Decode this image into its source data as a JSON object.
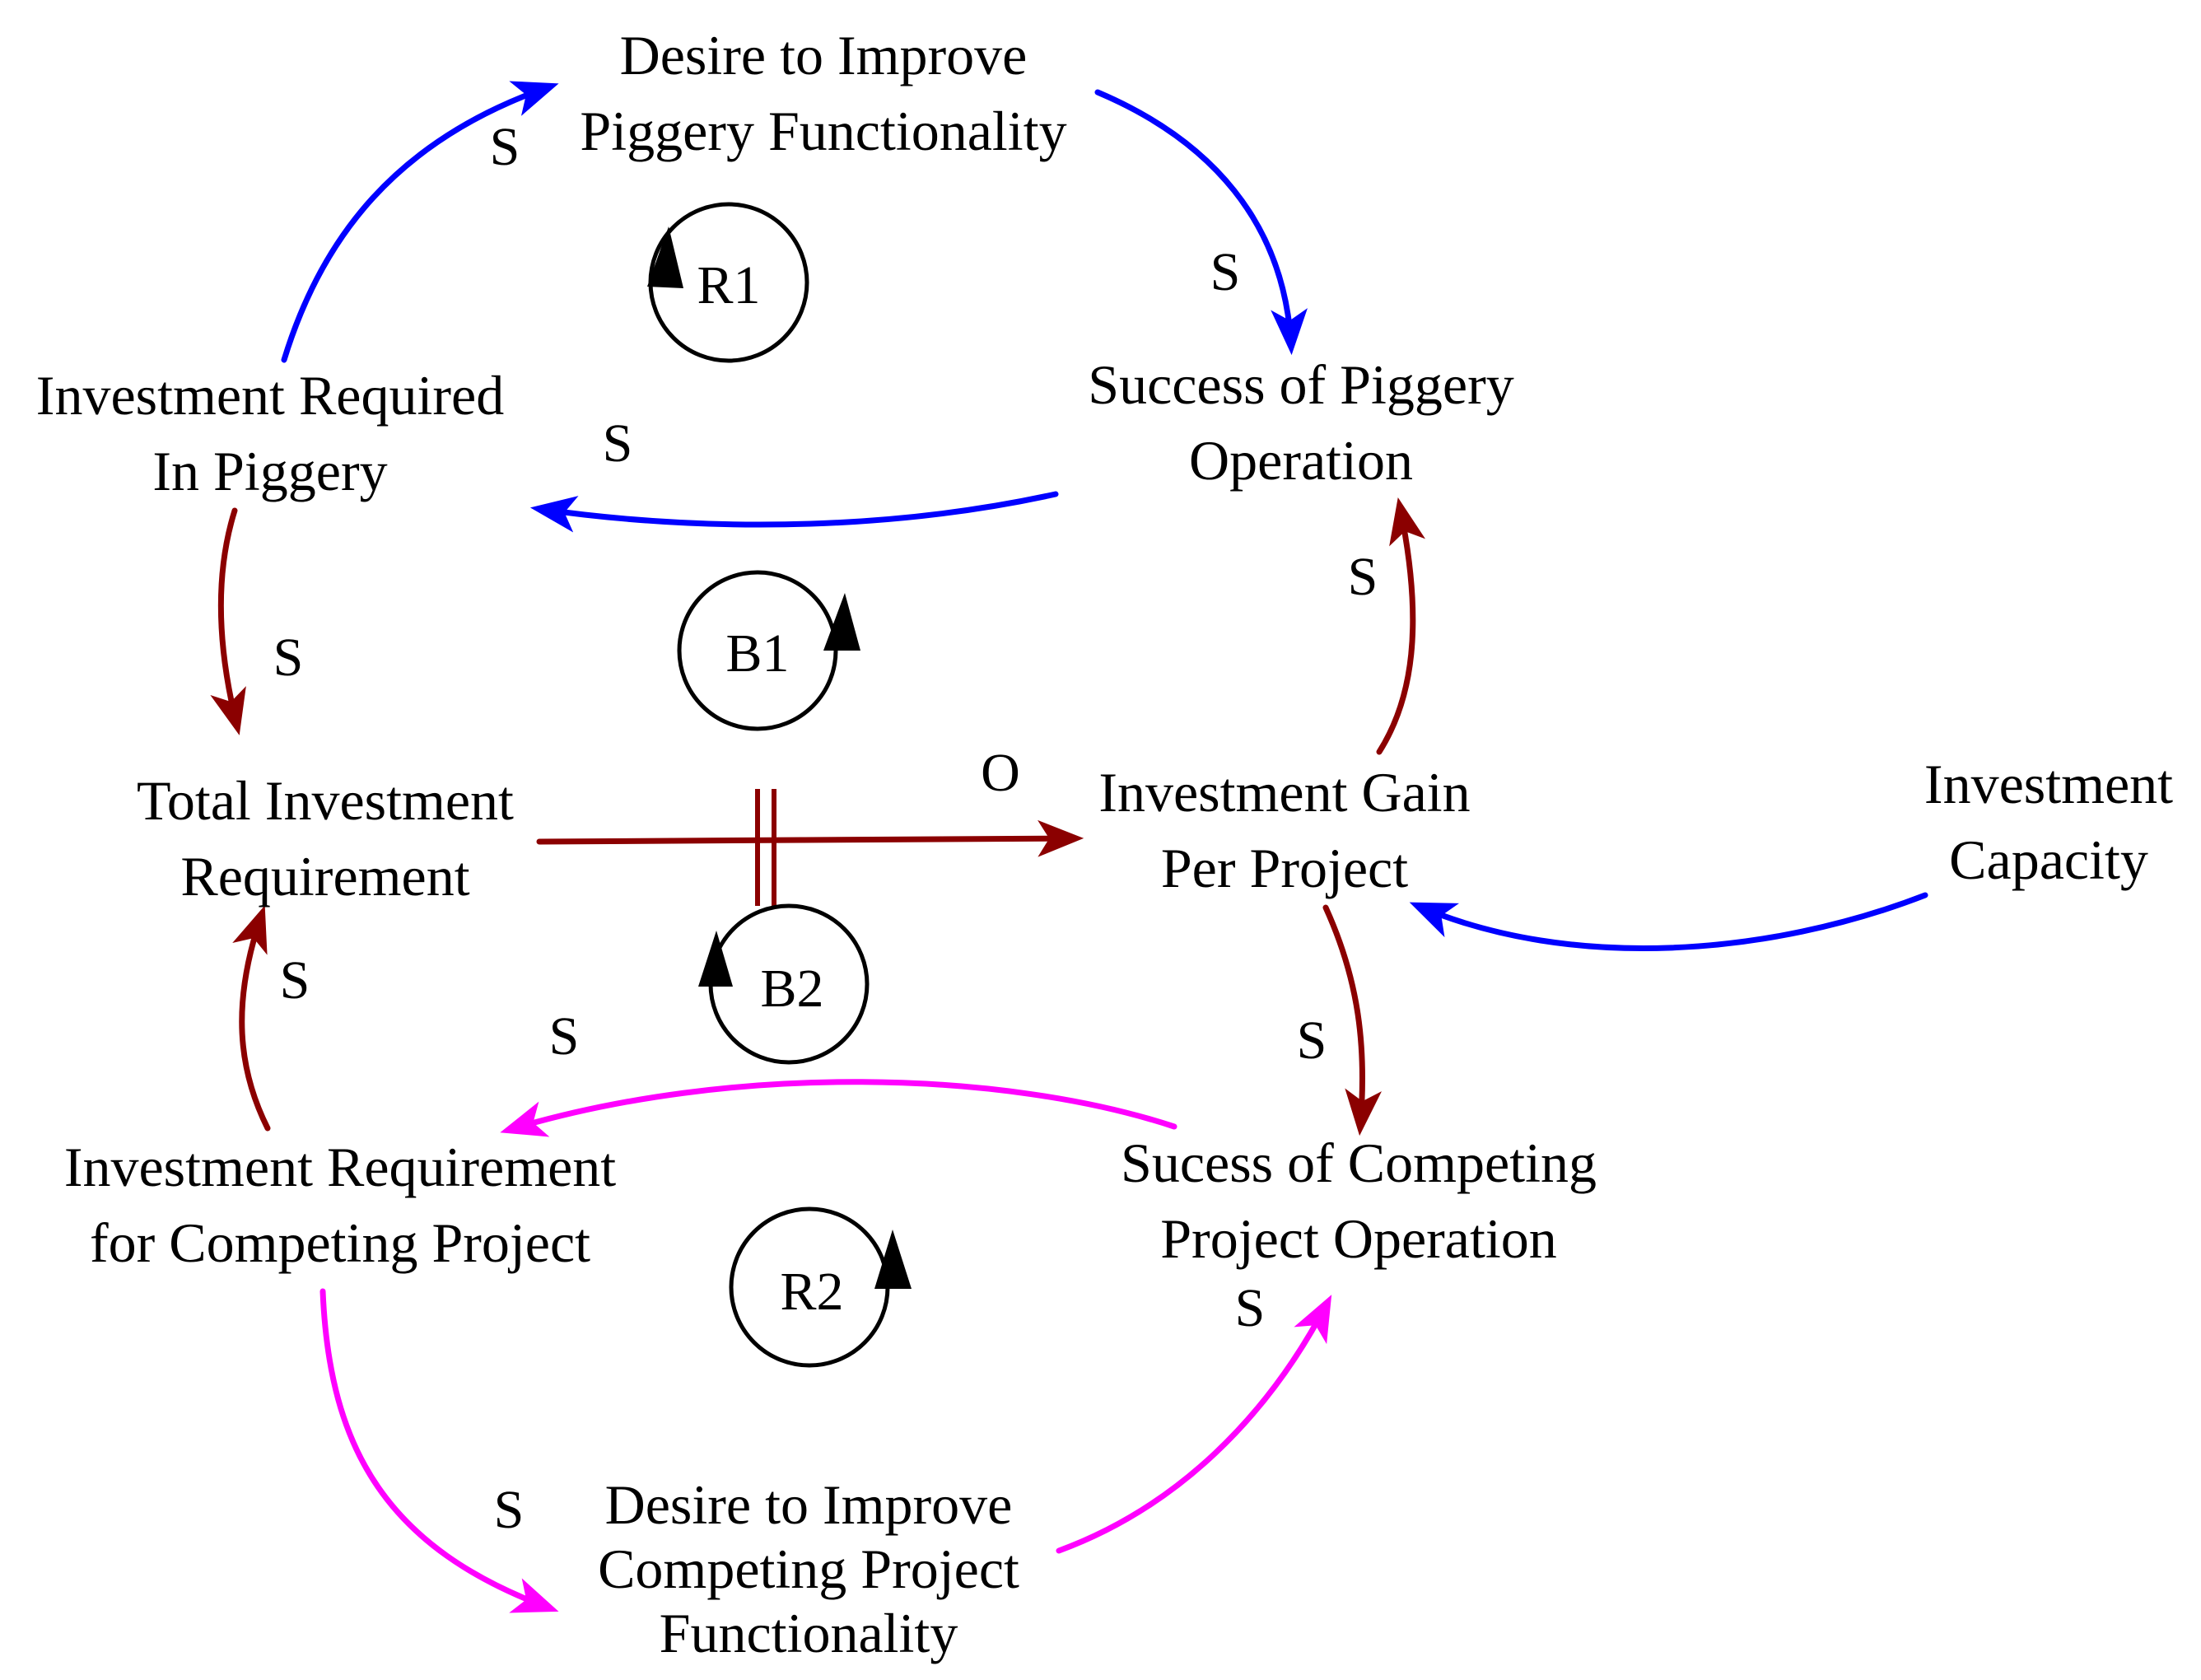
{
  "colors": {
    "blue": "#0000ff",
    "red": "#8b0000",
    "magenta": "#ff00ff",
    "black": "#000000"
  },
  "nodes": {
    "desire_piggery": [
      "Desire to Improve",
      "Piggery Functionality"
    ],
    "success_piggery": [
      "Success of Piggery",
      "Operation"
    ],
    "invest_required_piggery": [
      "Investment Required",
      "In Piggery"
    ],
    "total_investment": [
      "Total Investment",
      "Requirement"
    ],
    "investment_gain": [
      "Investment Gain",
      "Per Project"
    ],
    "investment_capacity": [
      "Investment",
      "Capacity"
    ],
    "invest_req_competing": [
      "Investment Requirement",
      "for Competing Project"
    ],
    "success_competing": [
      "Sucess of Competing",
      "Project Operation"
    ],
    "desire_competing": [
      "Desire to Improve",
      "Competing Project",
      "Functionality"
    ]
  },
  "links": [
    {
      "from": "invest_required_piggery",
      "to": "desire_piggery",
      "polarity": "S",
      "color": "blue"
    },
    {
      "from": "desire_piggery",
      "to": "success_piggery",
      "polarity": "S",
      "color": "blue"
    },
    {
      "from": "success_piggery",
      "to": "invest_required_piggery",
      "polarity": "S",
      "color": "blue"
    },
    {
      "from": "invest_required_piggery",
      "to": "total_investment",
      "polarity": "S",
      "color": "red"
    },
    {
      "from": "total_investment",
      "to": "investment_gain",
      "polarity": "O",
      "color": "red",
      "delay": true
    },
    {
      "from": "investment_gain",
      "to": "success_piggery",
      "polarity": "S",
      "color": "red"
    },
    {
      "from": "investment_capacity",
      "to": "investment_gain",
      "polarity": "",
      "color": "blue"
    },
    {
      "from": "investment_gain",
      "to": "success_competing",
      "polarity": "S",
      "color": "red"
    },
    {
      "from": "success_competing",
      "to": "invest_req_competing",
      "polarity": "S",
      "color": "magenta"
    },
    {
      "from": "invest_req_competing",
      "to": "total_investment",
      "polarity": "S",
      "color": "red"
    },
    {
      "from": "invest_req_competing",
      "to": "desire_competing",
      "polarity": "S",
      "color": "magenta"
    },
    {
      "from": "desire_competing",
      "to": "success_competing",
      "polarity": "S",
      "color": "magenta"
    }
  ],
  "loops": [
    {
      "id": "R1",
      "label": "R1"
    },
    {
      "id": "B1",
      "label": "B1"
    },
    {
      "id": "B2",
      "label": "B2"
    },
    {
      "id": "R2",
      "label": "R2"
    }
  ]
}
